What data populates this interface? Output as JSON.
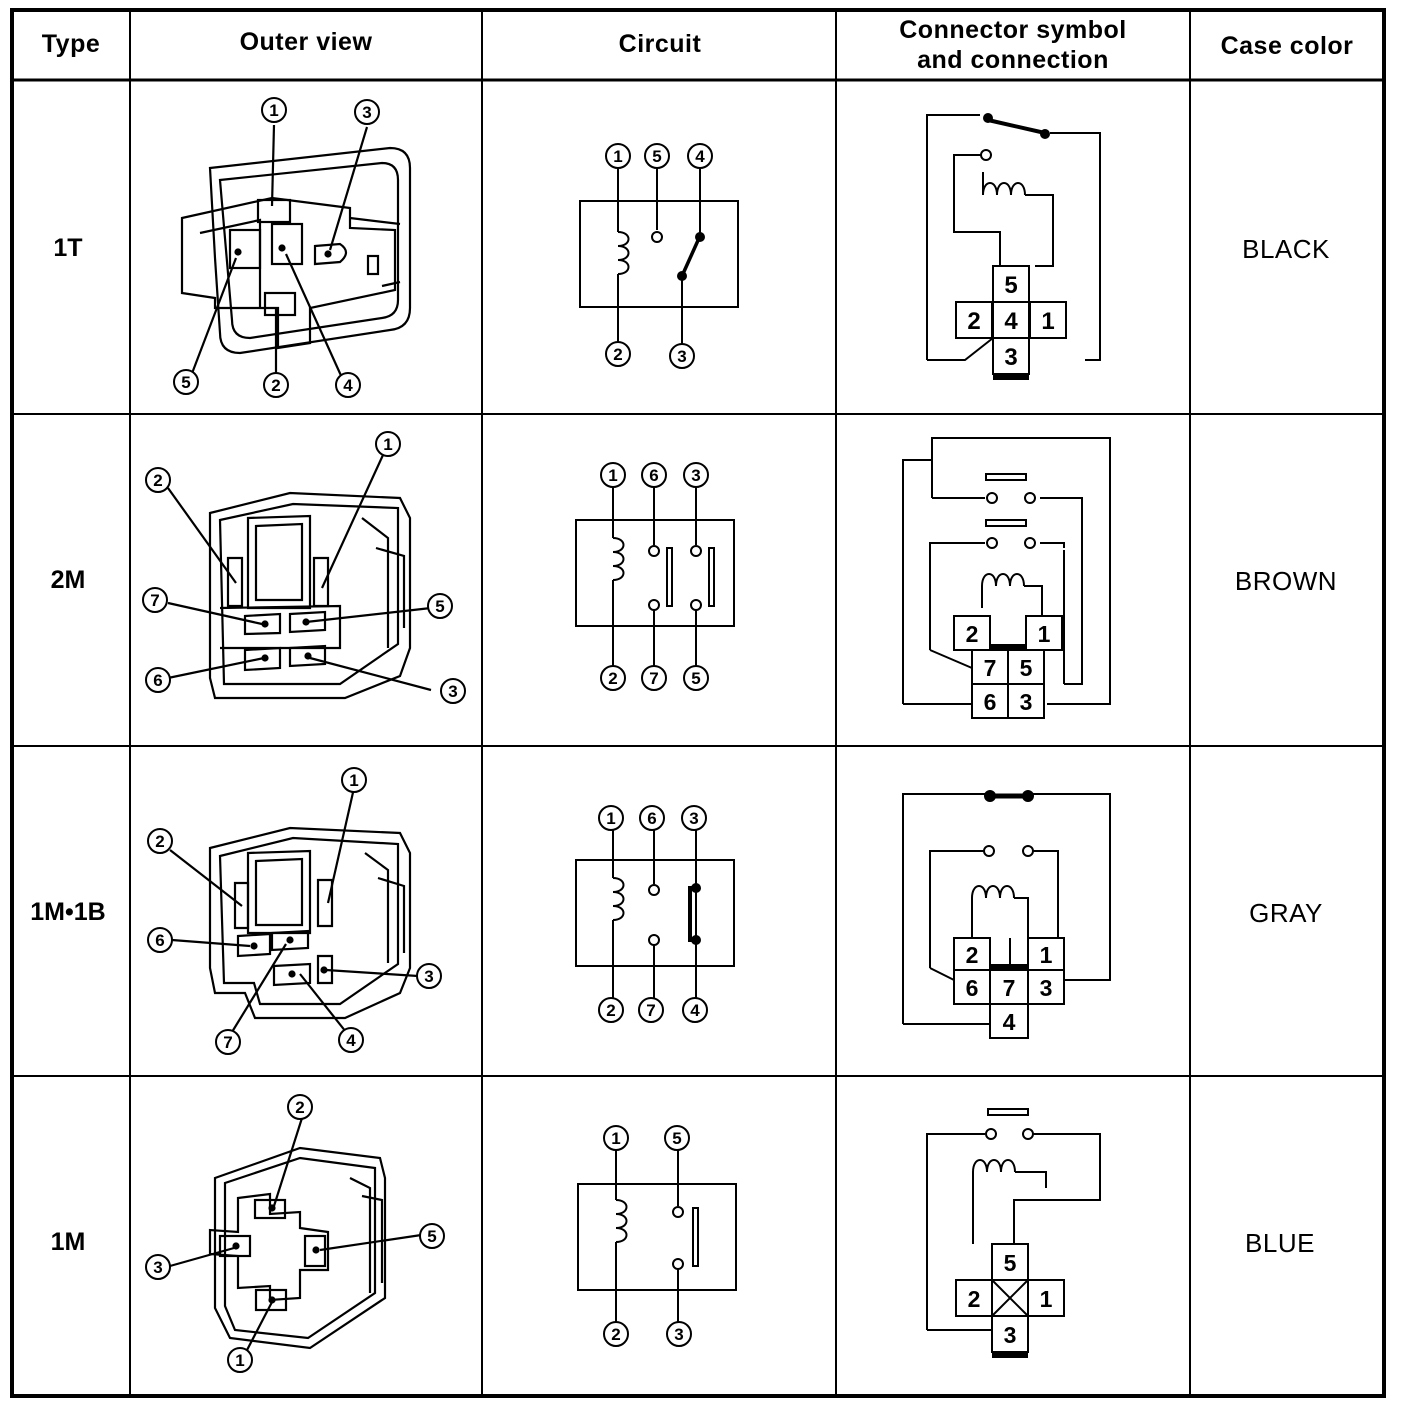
{
  "headers": {
    "type": "Type",
    "outer_view": "Outer view",
    "circuit": "Circuit",
    "connector_line1": "Connector symbol",
    "connector_line2": "and connection",
    "case_color": "Case color"
  },
  "rows": [
    {
      "type": "1T",
      "case_color": "BLACK",
      "outer_pins": [
        "1",
        "3",
        "5",
        "2",
        "4"
      ],
      "circuit_top": [
        "1",
        "5",
        "4"
      ],
      "circuit_bottom": [
        "2",
        "3"
      ],
      "connector_cells": [
        "5",
        "2",
        "4",
        "1",
        "3"
      ]
    },
    {
      "type": "2M",
      "case_color": "BROWN",
      "outer_pins": [
        "2",
        "1",
        "7",
        "5",
        "6",
        "3"
      ],
      "circuit_top": [
        "1",
        "6",
        "3"
      ],
      "circuit_bottom": [
        "2",
        "7",
        "5"
      ],
      "connector_cells": [
        "2",
        "1",
        "7",
        "5",
        "6",
        "3"
      ]
    },
    {
      "type": "1M•1B",
      "case_color": "GRAY",
      "outer_pins": [
        "1",
        "2",
        "6",
        "3",
        "7",
        "4"
      ],
      "circuit_top": [
        "1",
        "6",
        "3"
      ],
      "circuit_bottom": [
        "2",
        "7",
        "4"
      ],
      "connector_cells": [
        "2",
        "1",
        "6",
        "7",
        "3",
        "4"
      ]
    },
    {
      "type": "1M",
      "case_color": "BLUE",
      "outer_pins": [
        "2",
        "3",
        "5",
        "1"
      ],
      "circuit_top": [
        "1",
        "5"
      ],
      "circuit_bottom": [
        "2",
        "3"
      ],
      "connector_cells": [
        "5",
        "2",
        "1",
        "3"
      ]
    }
  ]
}
